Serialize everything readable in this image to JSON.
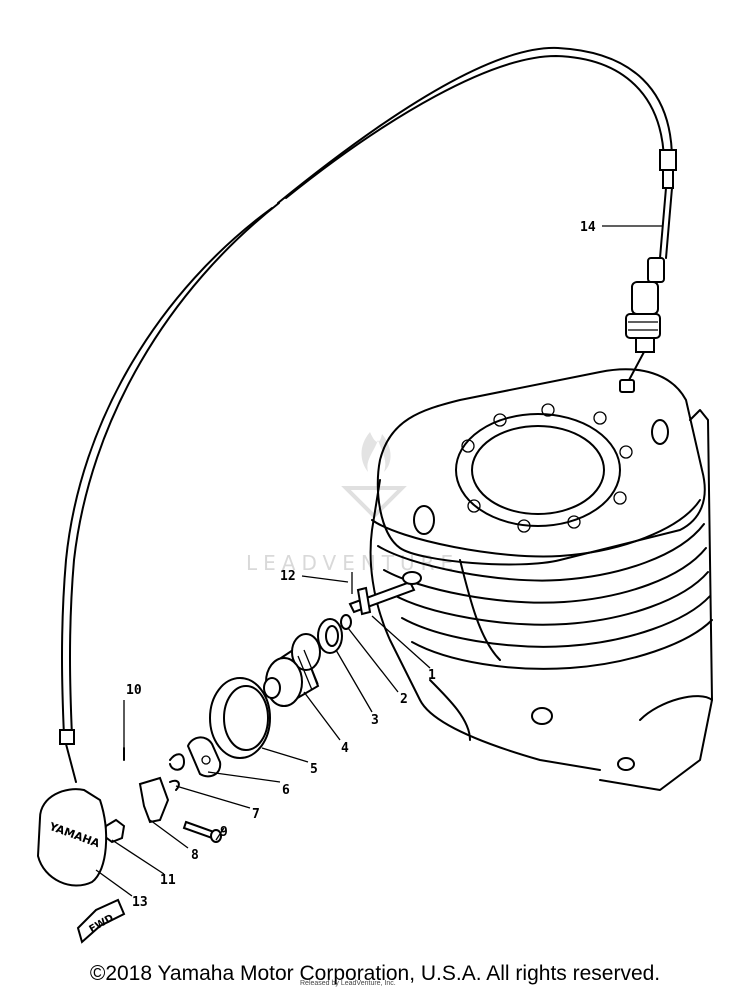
{
  "watermark": {
    "text": "LEADVENTURE"
  },
  "callouts": [
    {
      "id": "1",
      "label": "1"
    },
    {
      "id": "2",
      "label": "2"
    },
    {
      "id": "3",
      "label": "3"
    },
    {
      "id": "4",
      "label": "4"
    },
    {
      "id": "5",
      "label": "5"
    },
    {
      "id": "6",
      "label": "6"
    },
    {
      "id": "7",
      "label": "7"
    },
    {
      "id": "8",
      "label": "8"
    },
    {
      "id": "9",
      "label": "9"
    },
    {
      "id": "10",
      "label": "10"
    },
    {
      "id": "11",
      "label": "11"
    },
    {
      "id": "12",
      "label": "12"
    },
    {
      "id": "13",
      "label": "13"
    },
    {
      "id": "14",
      "label": "14"
    }
  ],
  "cover_logo": "YAMAHA",
  "fwd_arrow": "FWD",
  "footer": {
    "copyright": "©2018 Yamaha Motor Corporation, U.S.A. All rights reserved.",
    "released": "Released by LeadVenture, Inc."
  }
}
